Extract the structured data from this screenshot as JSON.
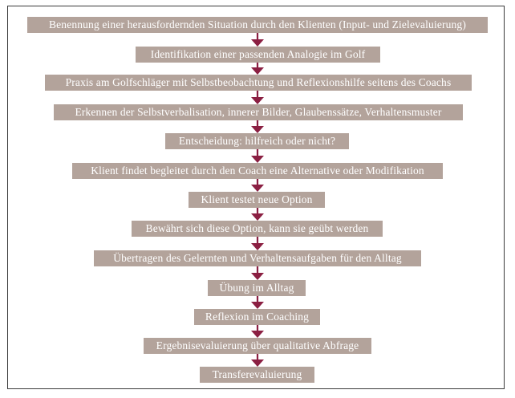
{
  "diagram": {
    "steps": [
      "Benennung einer herausfordernden Situation durch den Klienten (Input- und Zielevaluierung)",
      "Identifikation einer passenden Analogie im Golf",
      "Praxis am Golfschläger mit Selbstbeobachtung und Reflexionshilfe seitens des Coachs",
      "Erkennen der Selbstverbalisation, innerer Bilder, Glaubenssätze, Verhaltensmuster",
      "Entscheidung: hilfreich oder nicht?",
      "Klient findet begleitet durch den Coach eine Alternative oder Modifikation",
      "Klient testet neue Option",
      "Bewährt sich diese Option, kann sie geübt werden",
      "Übertragen des Gelernten und Verhaltensaufgaben für den Alltag",
      "Übung im Alltag",
      "Reflexion im Coaching",
      "Ergebnisevaluierung über qualitative Abfrage",
      "Transferevaluierung"
    ],
    "colors": {
      "box_fill": "#b3a39b",
      "box_text": "#ffffff",
      "arrow": "#8b1f42",
      "border": "#3a3a3a"
    }
  }
}
